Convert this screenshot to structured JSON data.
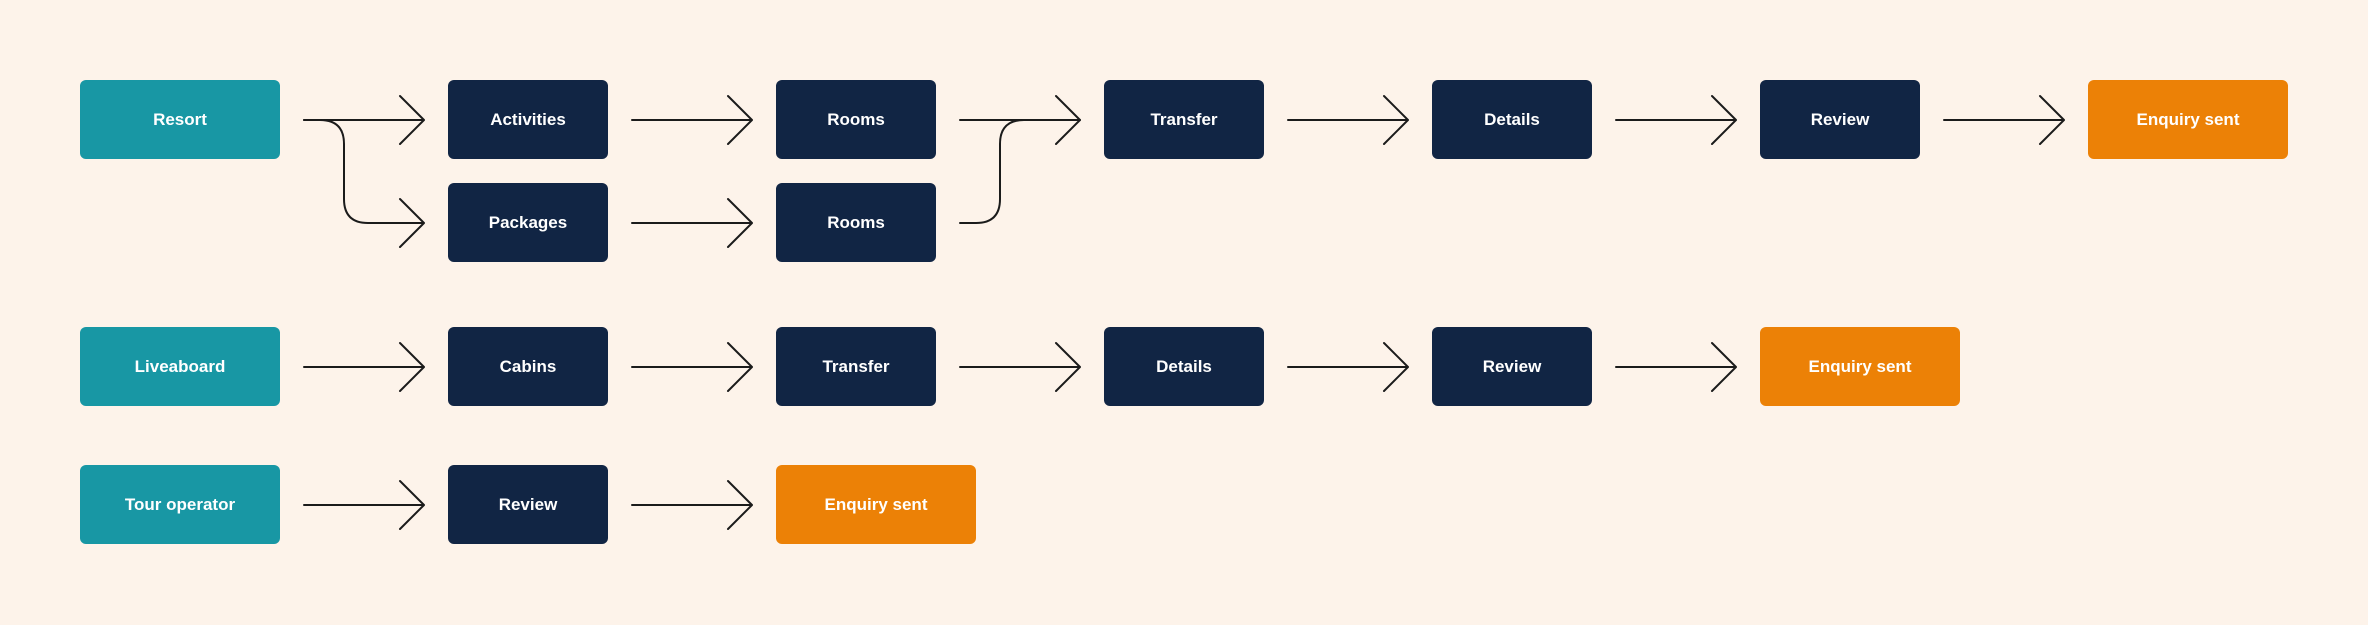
{
  "colors": {
    "background": "#fdf3ea",
    "start_node": "#1897a4",
    "step_node": "#112544",
    "end_node": "#ec8106",
    "connector": "#1b1b1b",
    "text": "#ffffff"
  },
  "flows": {
    "resort": {
      "start": "Resort",
      "branch_activities": [
        "Activities",
        "Rooms"
      ],
      "branch_packages": [
        "Packages",
        "Rooms"
      ],
      "shared_steps": [
        "Transfer",
        "Details",
        "Review"
      ],
      "end": "Enquiry sent"
    },
    "liveaboard": {
      "start": "Liveaboard",
      "steps": [
        "Cabins",
        "Transfer",
        "Details",
        "Review"
      ],
      "end": "Enquiry sent"
    },
    "tour_operator": {
      "start": "Tour operator",
      "steps": [
        "Review"
      ],
      "end": "Enquiry sent"
    }
  }
}
